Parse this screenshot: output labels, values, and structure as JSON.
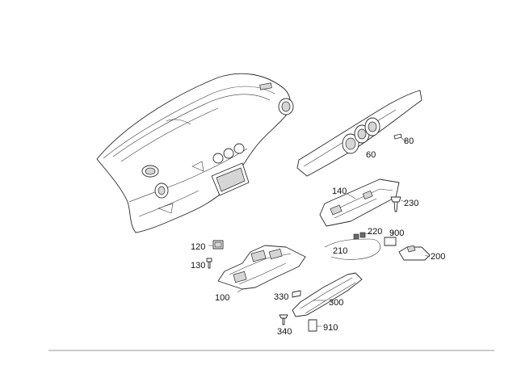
{
  "callouts": [
    {
      "id": "c60",
      "text": "60"
    },
    {
      "id": "c80",
      "text": "80"
    },
    {
      "id": "c140",
      "text": "140"
    },
    {
      "id": "c230",
      "text": "230"
    },
    {
      "id": "c220",
      "text": "220"
    },
    {
      "id": "c900",
      "text": "900"
    },
    {
      "id": "c200",
      "text": "200"
    },
    {
      "id": "c210",
      "text": "210"
    },
    {
      "id": "c120",
      "text": "120"
    },
    {
      "id": "c130",
      "text": "130"
    },
    {
      "id": "c100",
      "text": "100"
    },
    {
      "id": "c330",
      "text": "330"
    },
    {
      "id": "c300",
      "text": "300"
    },
    {
      "id": "c340",
      "text": "340"
    },
    {
      "id": "c910",
      "text": "910"
    }
  ]
}
